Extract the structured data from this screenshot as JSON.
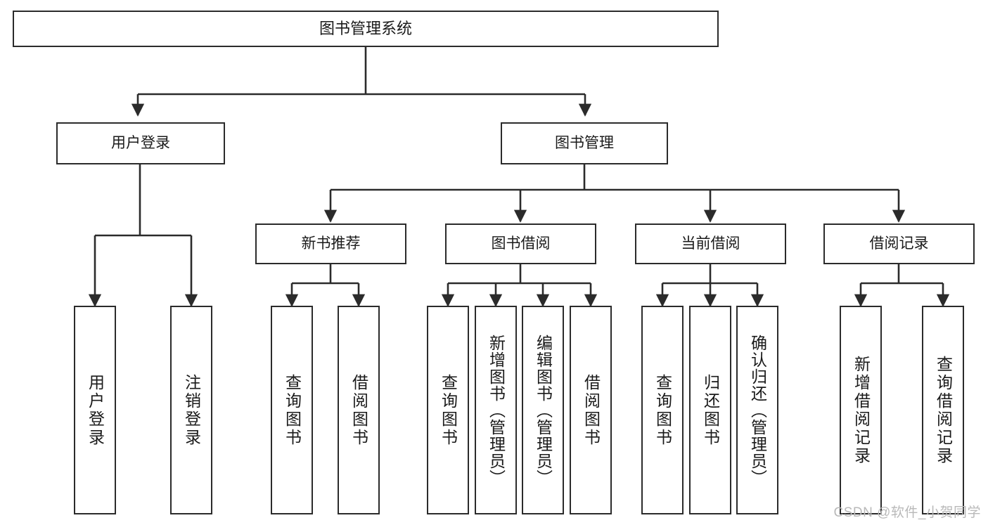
{
  "diagram": {
    "type": "tree",
    "title": "图书管理系统",
    "watermark": "CSDN @软件_小贺同学",
    "colors": {
      "line": "#2b2b2b",
      "box_border": "#2b2b2b",
      "box_fill": "#ffffff",
      "text": "#1a1a1a",
      "watermark": "#b9b9b9"
    },
    "levels": {
      "root": {
        "label": "图书管理系统"
      },
      "level2": [
        {
          "label": "用户登录"
        },
        {
          "label": "图书管理"
        }
      ],
      "level3": [
        {
          "label": "新书推荐"
        },
        {
          "label": "图书借阅"
        },
        {
          "label": "当前借阅"
        },
        {
          "label": "借阅记录"
        }
      ],
      "leaves": {
        "user_login": [
          {
            "label": "用户登录"
          },
          {
            "label": "注销登录"
          }
        ],
        "new_book_recommend": [
          {
            "label": "查询图书"
          },
          {
            "label": "借阅图书"
          }
        ],
        "book_borrow": [
          {
            "label": "查询图书"
          },
          {
            "label": "新增图书（管理员）"
          },
          {
            "label": "编辑图书（管理员）"
          },
          {
            "label": "借阅图书"
          }
        ],
        "current_borrow": [
          {
            "label": "查询图书"
          },
          {
            "label": "归还图书"
          },
          {
            "label": "确认归还（管理员）"
          }
        ],
        "borrow_record": [
          {
            "label": "新增借阅记录"
          },
          {
            "label": "查询借阅记录"
          }
        ]
      }
    }
  }
}
